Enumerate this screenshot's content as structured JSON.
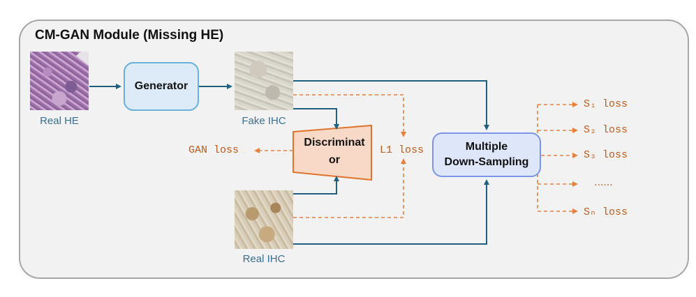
{
  "title": "CM-GAN Module (Missing HE)",
  "images": {
    "real_he": "Real HE",
    "fake_ihc": "Fake IHC",
    "real_ihc": "Real IHC"
  },
  "blocks": {
    "generator": "Generator",
    "discriminator_line1": "Discriminat",
    "discriminator_line2": "or",
    "downsampling_line1": "Multiple",
    "downsampling_line2": "Down-Sampling"
  },
  "losses": {
    "gan": "GAN loss",
    "l1": "L1 loss",
    "s1": "S₁ loss",
    "s2": "S₂ loss",
    "s3": "S₃ loss",
    "ellipsis": "......",
    "sn": "Sₙ loss"
  },
  "colors": {
    "solid_arrow": "#1f5f80",
    "dashed_arrow": "#e8803c",
    "loss_text": "#c05a1a",
    "caption_text": "#3a6f93",
    "discriminator_fill": "#f8d8c6",
    "discriminator_border": "#e0732c"
  }
}
